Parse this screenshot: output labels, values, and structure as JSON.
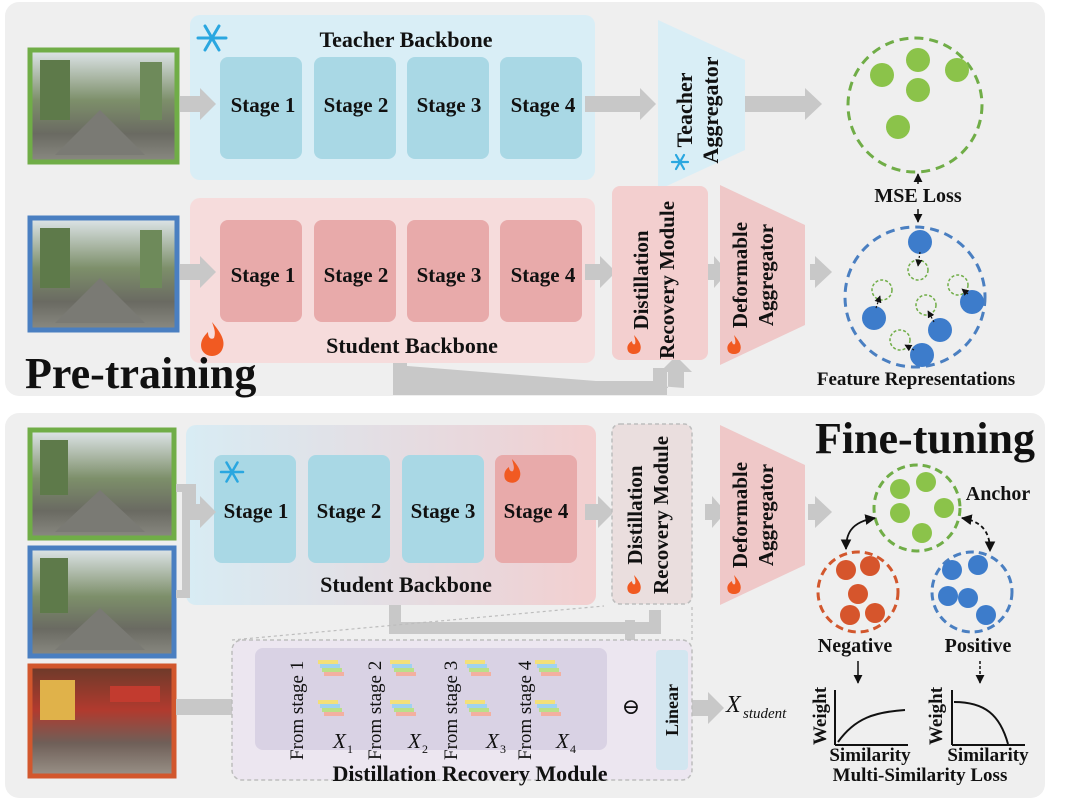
{
  "pretraining": {
    "section_title": "Pre-training",
    "teacher_backbone_label": "Teacher Backbone",
    "student_backbone_label": "Student Backbone",
    "teacher_stages": [
      "Stage 1",
      "Stage 2",
      "Stage 3",
      "Stage 4"
    ],
    "student_stages": [
      "Stage 1",
      "Stage 2",
      "Stage 3",
      "Stage 4"
    ],
    "teacher_aggregator_lines": [
      "Teacher",
      "Aggregator"
    ],
    "drm_lines": [
      "Distillation",
      "Recovery Module"
    ],
    "deformable_aggregator_lines": [
      "Deformable",
      "Aggregator"
    ],
    "mse_loss_label": "MSE Loss",
    "feature_representations_label": "Feature Representations"
  },
  "finetuning": {
    "section_title": "Fine-tuning",
    "student_backbone_label": "Student Backbone",
    "stages": [
      "Stage 1",
      "Stage 2",
      "Stage 3",
      "Stage 4"
    ],
    "drm_lines": [
      "Distillation",
      "Recovery Module"
    ],
    "deformable_aggregator_lines": [
      "Deformable",
      "Aggregator"
    ],
    "anchor_label": "Anchor",
    "negative_label": "Negative",
    "positive_label": "Positive",
    "weight_axis_label": "Weight",
    "similarity_axis_label": "Similarity",
    "ms_loss_label": "Multi-Similarity Loss",
    "drm_title": "Distillation Recovery Module",
    "from_stage_labels": [
      "From stage 1",
      "From stage 2",
      "From stage 3",
      "From stage 4"
    ],
    "x_main": [
      "X",
      "X",
      "X",
      "X"
    ],
    "x_subs": [
      "1",
      "2",
      "3",
      "4"
    ],
    "concat_symbol": "⊖",
    "linear_label": "Linear",
    "x_student_main": "X",
    "x_student_sub": "student"
  },
  "colors": {
    "green": "#70ad47",
    "green_dot": "#8bc34a",
    "blue": "#4a7fc1",
    "blue_dot": "#3d7ccb",
    "orange": "#d2572d",
    "orange_dot": "#d6552c",
    "teacher_bg": "#d9eef6",
    "stage_blue": "#a9d8e5",
    "student_bg": "#f6dcdc",
    "stage_pink": "#e8aaaa",
    "aggregator_pink": "#efc8c8",
    "gray_panel": "#efefef",
    "arrow_gray": "#c8c8c8",
    "purple_box": "#e3dced"
  },
  "icons": {
    "frozen": "snowflake-icon",
    "trainable": "fire-icon"
  }
}
